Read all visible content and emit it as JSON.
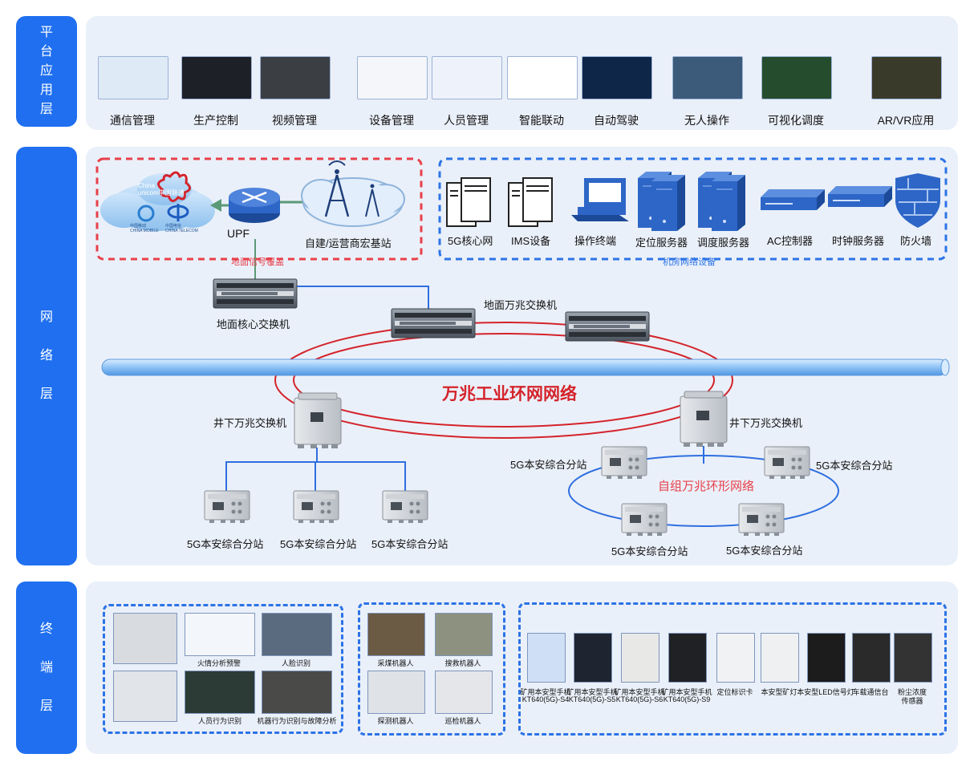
{
  "layers": {
    "platform": "平\n台\n应\n用\n层",
    "network": "网\n\n络\n\n层",
    "terminal": "终\n\n端\n\n层"
  },
  "platform_apps": [
    "通信管理",
    "生产控制",
    "视频管理",
    "设备管理",
    "人员管理",
    "智能联动",
    "自动驾驶",
    "无人操作",
    "可视化调度",
    "AR/VR应用"
  ],
  "network": {
    "ground_group_label": "地面信号覆盖",
    "upf_label": "UPF",
    "base_station_label": "自建/运营商宏基站",
    "carrier": {
      "unicom": "China\nunicom中国联通",
      "mobile": "中国移动\nCHINA MOBILE",
      "telecom": "中国电信\nCHINA TELECOM"
    },
    "machine_room_label": "机房网络设备",
    "machine_room_items": [
      "5G核心网",
      "IMS设备",
      "操作终端",
      "定位服务器",
      "调度服务器",
      "AC控制器",
      "时钟服务器",
      "防火墙"
    ],
    "core_switch_label": "地面核心交换机",
    "ground_switch_label": "地面万兆交换机",
    "ring_label": "万兆工业环网网络",
    "underground_switch_left": "井下万兆交换机",
    "underground_switch_right": "井下万兆交换机",
    "substation_label": "5G本安综合分站",
    "self_ring_label": "自组万兆环形网络"
  },
  "terminal": {
    "video_items": [
      "火情分析预警",
      "人脸识别",
      "人员行为识别",
      "机器行为识别与故障分析"
    ],
    "robot_items": [
      "采煤机器人",
      "搜救机器人",
      "探测机器人",
      "巡检机器人"
    ],
    "devices": [
      {
        "line1": "矿用本安型手机",
        "line2": "KT640(5G)-S4"
      },
      {
        "line1": "矿用本安型手机",
        "line2": "KT640(5G)-S5"
      },
      {
        "line1": "矿用本安型手机",
        "line2": "KT640(5G)-S6"
      },
      {
        "line1": "矿用本安型手机",
        "line2": "KT640(5G)-S9"
      },
      {
        "line1": "定位标识卡",
        "line2": ""
      },
      {
        "line1": "本安型矿灯",
        "line2": ""
      },
      {
        "line1": "本安型LED信号灯",
        "line2": ""
      },
      {
        "line1": "车载通信台",
        "line2": ""
      },
      {
        "line1": "粉尘浓度",
        "line2": "传感器"
      }
    ]
  },
  "colors": {
    "layer_tab": "#1f6ff0",
    "panel_bg": "#eaf0f9",
    "ring_red": "#d4232b",
    "dash_red": "#e8404a",
    "dash_blue": "#2c73e6",
    "link_blue": "#2f6fe0"
  }
}
